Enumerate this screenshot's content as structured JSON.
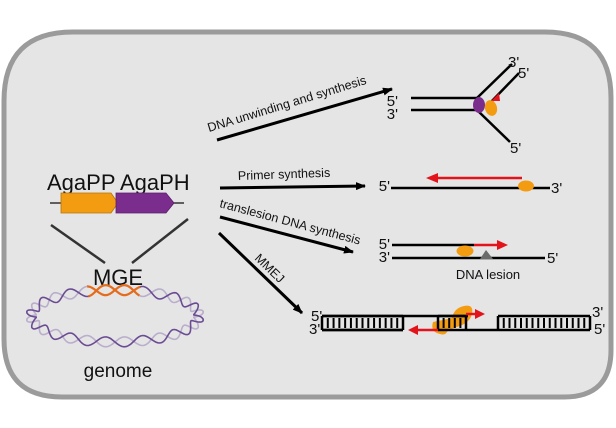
{
  "figure": {
    "genes": {
      "label": "AgaPP AgaPH",
      "items": [
        {
          "name": "AgaPP",
          "color": "#f39c12"
        },
        {
          "name": "AgaPH",
          "color": "#7b2d8e"
        }
      ]
    },
    "mge_label": "MGE",
    "genome_label": "genome",
    "colors": {
      "frame_fill": "#e6e5e6",
      "frame_stroke": "#9b9b9b",
      "primase": "#f39c12",
      "helicase": "#7b2d8e",
      "new_strand": "#e3131b",
      "lesion": "#6b6b6b",
      "genome_dark": "#6a4c93",
      "genome_light": "#b9aecb",
      "mge": "#e46c1c"
    },
    "pathways": [
      {
        "id": "unwinding",
        "label": "DNA unwinding and synthesis",
        "ends": {
          "left_top": "5'",
          "left_bottom": "3'",
          "upper_a": "3'",
          "upper_b": "5'",
          "lower": "5'"
        }
      },
      {
        "id": "primer",
        "label": "Primer synthesis",
        "ends": {
          "left": "5'",
          "right": "3'"
        }
      },
      {
        "id": "translesion",
        "label": "translesion DNA synthesis",
        "ends": {
          "top_left": "5'",
          "bottom_left": "3'",
          "bottom_right": "5'"
        },
        "lesion_label": "DNA lesion"
      },
      {
        "id": "mmej",
        "label": "MMEJ",
        "ends": {
          "left_top": "5'",
          "left_bottom": "3'",
          "right_top": "3'",
          "right_bottom": "5'"
        }
      }
    ]
  }
}
